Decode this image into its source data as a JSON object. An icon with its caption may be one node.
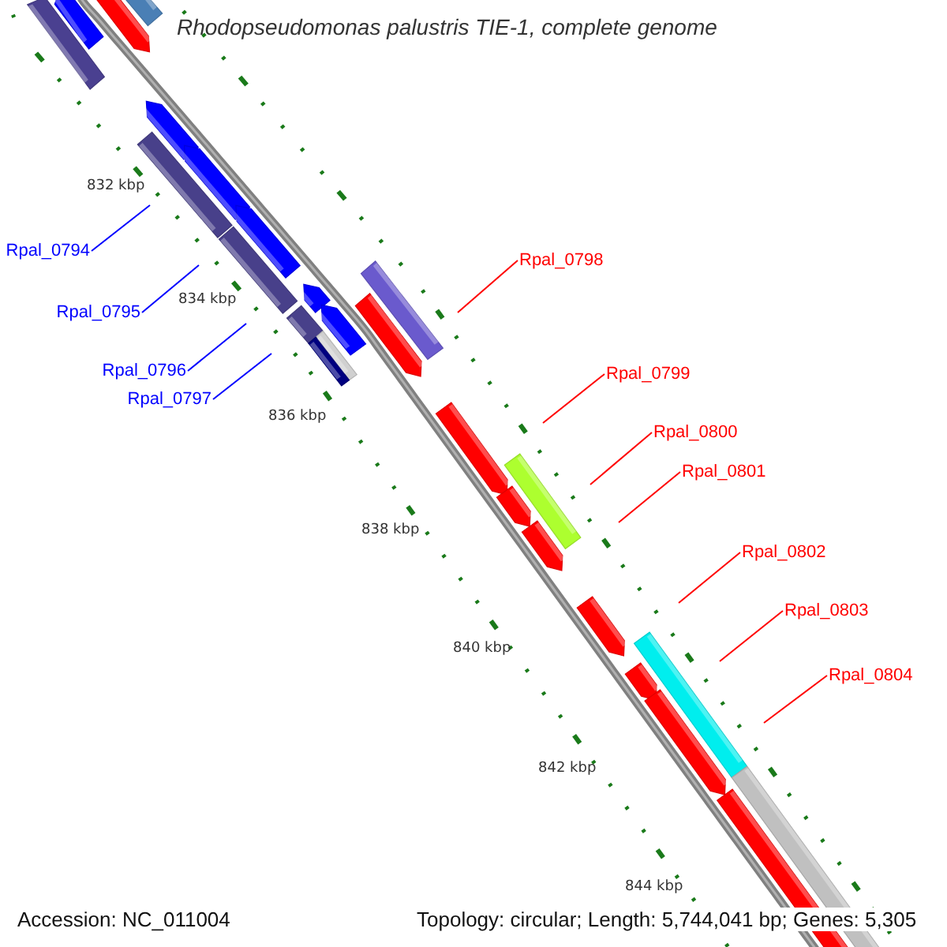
{
  "diagram": {
    "title": "Rhodopseudomonas palustris TIE-1, complete genome",
    "nodes": [
      {
        "text": [
          "Rpal_0794"
        ]
      },
      {
        "text": [
          "Rpal_0795"
        ]
      },
      {
        "text": [
          "Rpal_0796"
        ]
      },
      {
        "text": [
          "Rpal_0797"
        ]
      },
      {
        "text": [
          "Rpal_0798"
        ]
      },
      {
        "text": [
          "Rpal_0799"
        ]
      },
      {
        "text": [
          "Rpal_0800"
        ]
      },
      {
        "text": [
          "Rpal_0801"
        ]
      },
      {
        "text": [
          "Rpal_0802"
        ]
      },
      {
        "text": [
          "Rpal_0803"
        ]
      },
      {
        "text": [
          "Rpal_0804"
        ]
      }
    ],
    "edges": [
      {
        "from": 0,
        "to": null,
        "arrow": "none",
        "color": "#0000ff"
      },
      {
        "from": 1,
        "to": null,
        "arrow": "none",
        "color": "#0000ff"
      },
      {
        "from": 2,
        "to": null,
        "arrow": "none",
        "color": "#0000ff"
      },
      {
        "from": 3,
        "to": null,
        "arrow": "none",
        "color": "#0000ff"
      },
      {
        "from": 4,
        "to": null,
        "arrow": "none",
        "color": "#ff0000"
      },
      {
        "from": 5,
        "to": null,
        "arrow": "none",
        "color": "#ff0000"
      },
      {
        "from": 6,
        "to": null,
        "arrow": "none",
        "color": "#ff0000"
      },
      {
        "from": 7,
        "to": null,
        "arrow": "none",
        "color": "#ff0000"
      },
      {
        "from": 8,
        "to": null,
        "arrow": "none",
        "color": "#ff0000"
      },
      {
        "from": 9,
        "to": null,
        "arrow": "none",
        "color": "#ff0000"
      },
      {
        "from": 10,
        "to": null,
        "arrow": "none",
        "color": "#ff0000"
      }
    ],
    "labels": [
      "832 kbp",
      "834 kbp",
      "836 kbp",
      "838 kbp",
      "840 kbp",
      "842 kbp",
      "844 kbp",
      "Accession: NC_011004",
      "Topology: circular; Length: 5,744,041 bp; Genes: 5,305"
    ]
  }
}
